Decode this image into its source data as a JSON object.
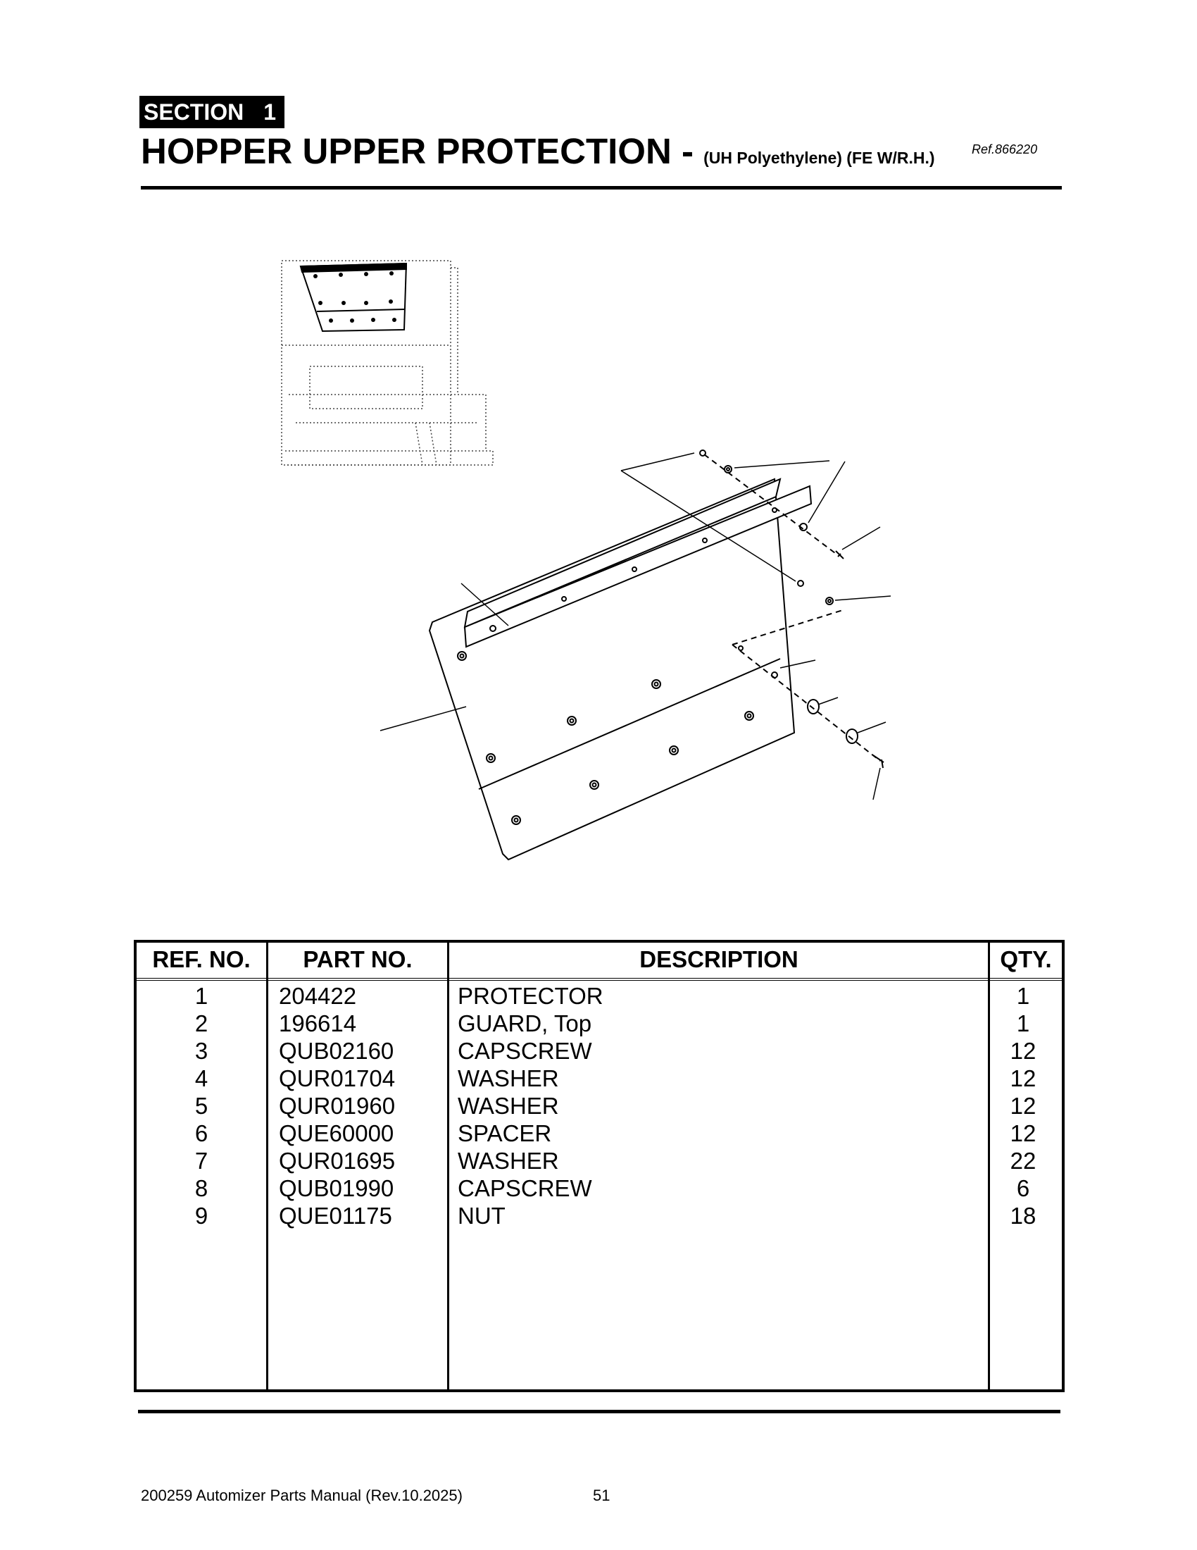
{
  "header": {
    "section_label": "SECTION",
    "section_number": "1",
    "title_main": "HOPPER UPPER PROTECTION -",
    "title_sub": "(UH Polyethylene)  (FE W/R.H.)",
    "ref": "Ref.866220"
  },
  "table": {
    "columns": [
      "REF. NO.",
      "PART NO.",
      "DESCRIPTION",
      "QTY."
    ],
    "rows": [
      {
        "ref": "1",
        "part": "204422",
        "desc": "PROTECTOR",
        "qty": "1"
      },
      {
        "ref": "2",
        "part": "196614",
        "desc": "GUARD, Top",
        "qty": "1"
      },
      {
        "ref": "3",
        "part": "QUB02160",
        "desc": "CAPSCREW",
        "qty": "12"
      },
      {
        "ref": "4",
        "part": "QUR01704",
        "desc": "WASHER",
        "qty": "12"
      },
      {
        "ref": "5",
        "part": "QUR01960",
        "desc": "WASHER",
        "qty": "12"
      },
      {
        "ref": "6",
        "part": "QUE60000",
        "desc": "SPACER",
        "qty": "12"
      },
      {
        "ref": "7",
        "part": "QUR01695",
        "desc": "WASHER",
        "qty": "22"
      },
      {
        "ref": "8",
        "part": "QUB01990",
        "desc": "CAPSCREW",
        "qty": "6"
      },
      {
        "ref": "9",
        "part": "QUE01175",
        "desc": "NUT",
        "qty": "18"
      }
    ]
  },
  "footer": {
    "manual": "200259 Automizer Parts Manual (Rev.10.2025)",
    "page_number": "51"
  }
}
